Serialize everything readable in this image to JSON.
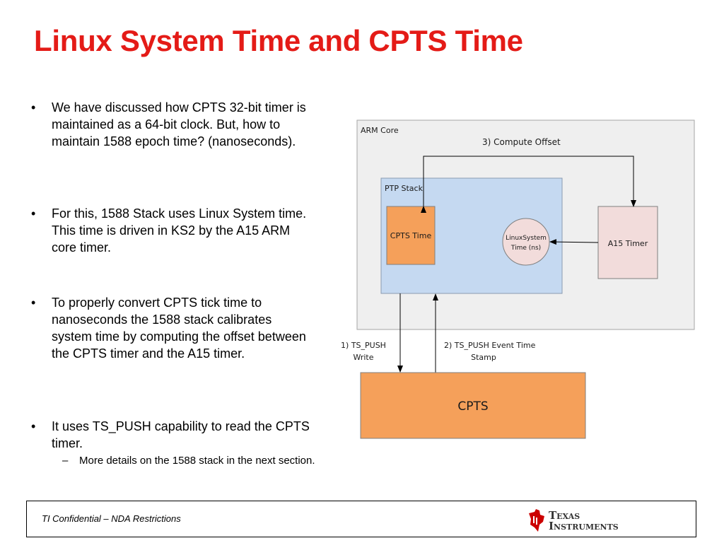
{
  "slide": {
    "title": "Linux System Time and CPTS Time"
  },
  "bullets": [
    {
      "text": "We have discussed how CPTS 32-bit timer is maintained as a 64-bit clock. But, how to maintain 1588  epoch time? (nanoseconds)."
    },
    {
      "text": "For this, 1588 Stack uses Linux System time. This time is driven in KS2 by the A15 ARM core timer."
    },
    {
      "text": "To properly convert CPTS tick time to nanoseconds the 1588 stack calibrates system time by computing the offset between the CPTS timer and the A15 timer."
    },
    {
      "text": "It uses TS_PUSH capability to read the CPTS timer."
    }
  ],
  "sub_bullets": [
    {
      "text": "More details on the 1588 stack in the next section."
    }
  ],
  "bullet_marker": "•",
  "sub_bullet_marker": "–",
  "diagram": {
    "arm_core_label": "ARM Core",
    "compute_offset_label": "3) Compute Offset",
    "ptp_stack_label": "PTP Stack",
    "cpts_time_label": "CPTS Time",
    "linux_time_line1": "LinuxSystem",
    "linux_time_line2": "Time (ns)",
    "a15_timer_label": "A15 Timer",
    "ts_push_write_line1": "1) TS_PUSH",
    "ts_push_write_line2": "Write",
    "ts_push_event_line1": "2) TS_PUSH Event Time",
    "ts_push_event_line2": "Stamp",
    "cpts_label": "CPTS",
    "colors": {
      "arm_core_fill": "#efefef",
      "ptp_stack_fill": "#c5d9f1",
      "cpts_fill": "#f5a05a",
      "pink_fill": "#f2dcdb",
      "title_red": "#e41b17"
    }
  },
  "footer": {
    "confidential": "TI Confidential – NDA Restrictions",
    "logo_line1_big": "T",
    "logo_line1_small": "EXAS",
    "logo_line2_big": "I",
    "logo_line2_small": "NSTRUMENTS"
  }
}
